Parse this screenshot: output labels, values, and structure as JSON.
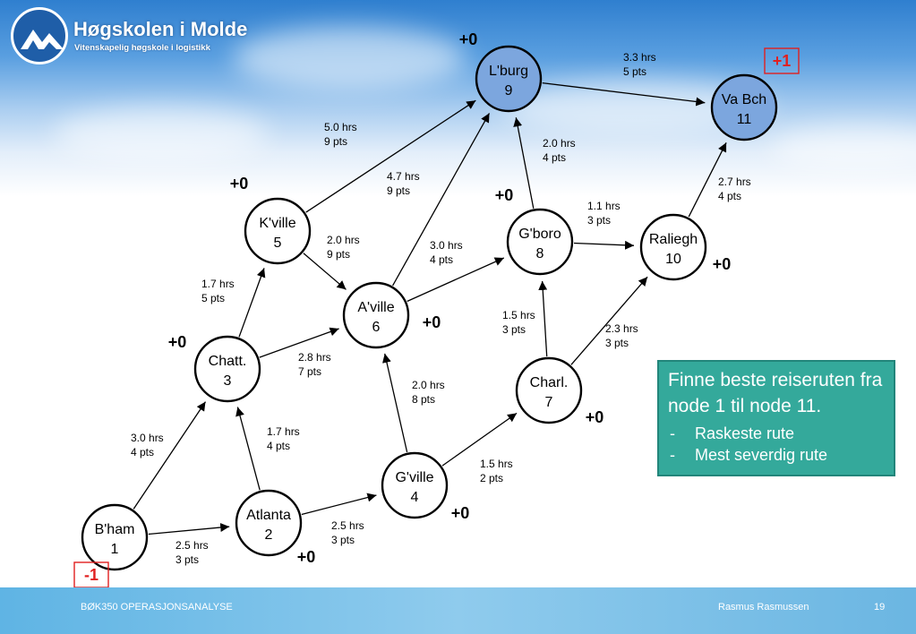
{
  "header": {
    "institution": "Høgskolen i Molde",
    "tagline": "Vitenskapelig høgskole i logistikk"
  },
  "nodes": [
    {
      "id": 1,
      "name": "B'ham",
      "number": "1",
      "score": "-1",
      "highlight": false,
      "score_boxed": true
    },
    {
      "id": 2,
      "name": "Atlanta",
      "number": "2",
      "score": "+0",
      "highlight": false,
      "score_boxed": false
    },
    {
      "id": 3,
      "name": "Chatt.",
      "number": "3",
      "score": "+0",
      "highlight": false,
      "score_boxed": false
    },
    {
      "id": 4,
      "name": "G'ville",
      "number": "4",
      "score": "+0",
      "highlight": false,
      "score_boxed": false
    },
    {
      "id": 5,
      "name": "K'ville",
      "number": "5",
      "score": "+0",
      "highlight": false,
      "score_boxed": false
    },
    {
      "id": 6,
      "name": "A'ville",
      "number": "6",
      "score": "+0",
      "highlight": false,
      "score_boxed": false
    },
    {
      "id": 7,
      "name": "Charl.",
      "number": "7",
      "score": "+0",
      "highlight": false,
      "score_boxed": false
    },
    {
      "id": 8,
      "name": "G'boro",
      "number": "8",
      "score": "+0",
      "highlight": false,
      "score_boxed": false
    },
    {
      "id": 9,
      "name": "L'burg",
      "number": "9",
      "score": "+0",
      "highlight": true,
      "score_boxed": false
    },
    {
      "id": 10,
      "name": "Raliegh",
      "number": "10",
      "score": "+0",
      "highlight": false,
      "score_boxed": false
    },
    {
      "id": 11,
      "name": "Va Bch",
      "number": "11",
      "score": "+1",
      "highlight": true,
      "score_boxed": true
    }
  ],
  "edges": [
    {
      "from": 1,
      "to": 2,
      "hours": "2.5 hrs",
      "points": "3 pts"
    },
    {
      "from": 1,
      "to": 3,
      "hours": "3.0 hrs",
      "points": "4 pts"
    },
    {
      "from": 2,
      "to": 3,
      "hours": "1.7 hrs",
      "points": "4 pts"
    },
    {
      "from": 2,
      "to": 4,
      "hours": "2.5 hrs",
      "points": "3 pts"
    },
    {
      "from": 3,
      "to": 5,
      "hours": "1.7 hrs",
      "points": "5 pts"
    },
    {
      "from": 3,
      "to": 6,
      "hours": "2.8 hrs",
      "points": "7 pts"
    },
    {
      "from": 4,
      "to": 6,
      "hours": "2.0 hrs",
      "points": "8 pts"
    },
    {
      "from": 4,
      "to": 7,
      "hours": "1.5 hrs",
      "points": "2 pts"
    },
    {
      "from": 5,
      "to": 6,
      "hours": "2.0 hrs",
      "points": "9 pts"
    },
    {
      "from": 5,
      "to": 9,
      "hours": "5.0 hrs",
      "points": "9 pts"
    },
    {
      "from": 6,
      "to": 8,
      "hours": "3.0 hrs",
      "points": "4 pts"
    },
    {
      "from": 6,
      "to": 9,
      "hours": "4.7 hrs",
      "points": "9 pts"
    },
    {
      "from": 7,
      "to": 8,
      "hours": "1.5 hrs",
      "points": "3 pts"
    },
    {
      "from": 7,
      "to": 10,
      "hours": "2.3 hrs",
      "points": "3 pts"
    },
    {
      "from": 8,
      "to": 9,
      "hours": "2.0 hrs",
      "points": "4 pts"
    },
    {
      "from": 8,
      "to": 10,
      "hours": "1.1 hrs",
      "points": "3 pts"
    },
    {
      "from": 9,
      "to": 11,
      "hours": "3.3 hrs",
      "points": "5 pts"
    },
    {
      "from": 10,
      "to": 11,
      "hours": "2.7 hrs",
      "points": "4 pts"
    }
  ],
  "task": {
    "title": "Finne beste reiseruten fra node 1 til node 11.",
    "items": [
      "Raskeste rute",
      "Mest severdig rute"
    ]
  },
  "footer": {
    "course": "BØK350 OPERASJONSANALYSE",
    "author": "Rasmus Rasmussen",
    "page": "19"
  },
  "colors": {
    "task_box": "#34a99b",
    "highlight_node": "#7ca6de",
    "score_marker": "#e02020",
    "footer_band": "#8fcbed"
  }
}
